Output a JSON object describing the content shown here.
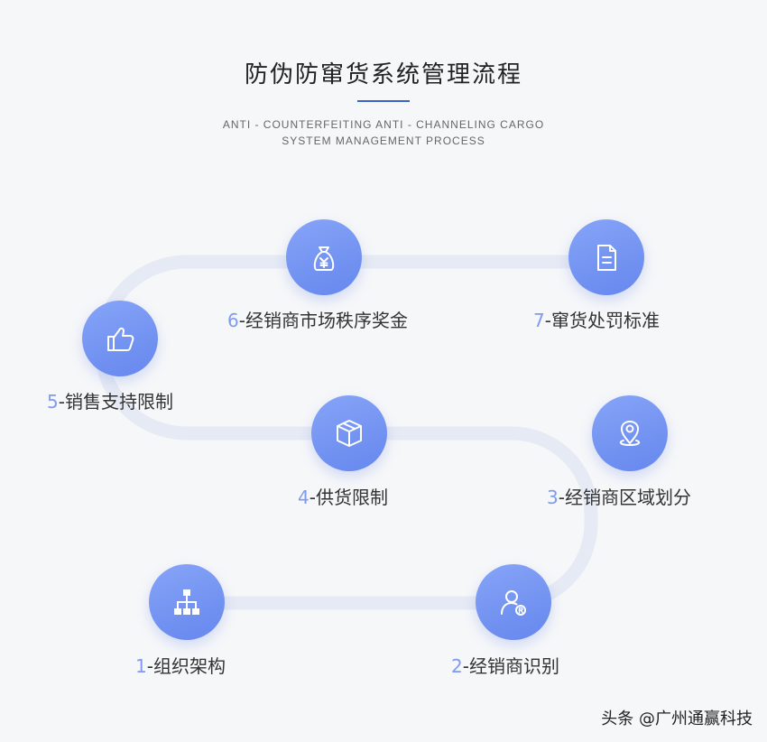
{
  "title": "防伪防窜货系统管理流程",
  "subtitle_line1": "ANTI - COUNTERFEITING ANTI - CHANNELING CARGO",
  "subtitle_line2": "SYSTEM MANAGEMENT PROCESS",
  "steps": [
    {
      "num": "1",
      "text": "-组织架构",
      "icon": "org-chart-icon"
    },
    {
      "num": "2",
      "text": "-经销商识别",
      "icon": "user-registered-icon"
    },
    {
      "num": "3",
      "text": "-经销商区域划分",
      "icon": "location-pin-icon"
    },
    {
      "num": "4",
      "text": "-供货限制",
      "icon": "box-icon"
    },
    {
      "num": "5",
      "text": "-销售支持限制",
      "icon": "thumbs-up-icon"
    },
    {
      "num": "6",
      "text": "-经销商市场秩序奖金",
      "icon": "money-bag-icon"
    },
    {
      "num": "7",
      "text": "-窜货处罚标准",
      "icon": "document-icon"
    }
  ],
  "watermark": "头条 @广州通赢科技",
  "colors": {
    "accent": "#6f8ff0",
    "track": "#e6eaf4",
    "number": "#7f9bef"
  }
}
